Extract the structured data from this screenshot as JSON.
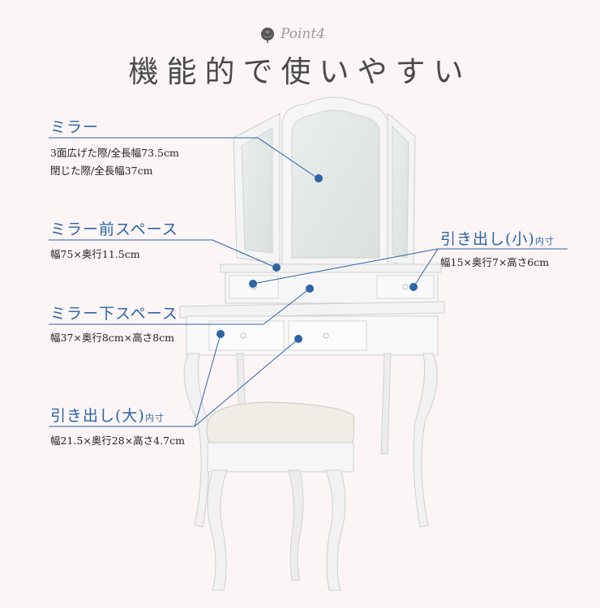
{
  "header": {
    "point": "Point4",
    "title": "機能的で使いやすい"
  },
  "callouts": [
    {
      "id": "mirror",
      "title": "ミラー",
      "sub": "",
      "specs": [
        "3面広げた際/全長幅73.5cm",
        "閉じた際/全長幅37cm"
      ]
    },
    {
      "id": "front",
      "title": "ミラー前スペース",
      "sub": "",
      "specs": [
        "幅75×奥行11.5cm"
      ]
    },
    {
      "id": "small",
      "title": "引き出し(小)",
      "sub": "内寸",
      "specs": [
        "幅15×奥行7×高さ6cm"
      ]
    },
    {
      "id": "under",
      "title": "ミラー下スペース",
      "sub": "",
      "specs": [
        "幅37×奥行8cm×高さ8cm"
      ]
    },
    {
      "id": "large",
      "title": "引き出し(大)",
      "sub": "内寸",
      "specs": [
        "幅21.5×奥行28×高さ4.7cm"
      ]
    }
  ],
  "colors": {
    "accent": "#2c64a6",
    "background": "#fbf5f6",
    "text": "#4a4a4a"
  },
  "icons": [
    "rose-icon"
  ]
}
